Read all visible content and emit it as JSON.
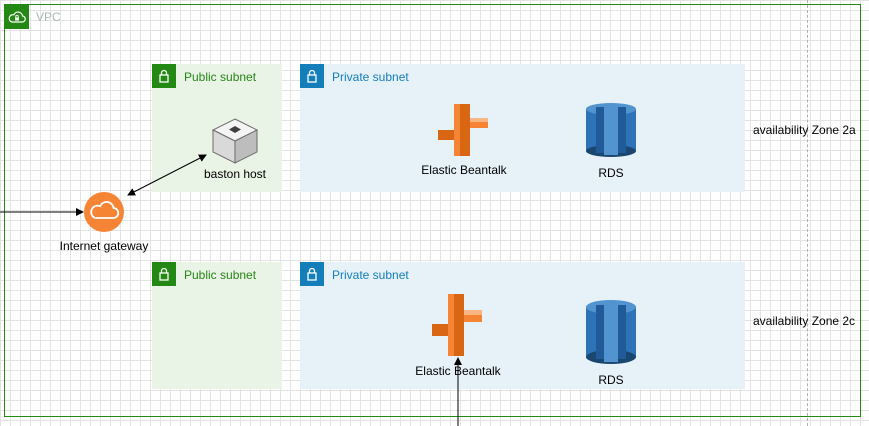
{
  "vpc": {
    "label": "VPC",
    "icon": "cloud-lock-icon"
  },
  "zones": [
    {
      "name": "availability Zone 2a",
      "public_subnet": {
        "label": "Public subnet",
        "nodes": [
          {
            "label": "baston host",
            "icon": "ec2-instance-icon"
          }
        ]
      },
      "private_subnet": {
        "label": "Private subnet",
        "nodes": [
          {
            "label": "Elastic Beantalk",
            "icon": "elastic-beanstalk-icon"
          },
          {
            "label": "RDS",
            "icon": "rds-icon"
          }
        ]
      }
    },
    {
      "name": "availability Zone 2c",
      "public_subnet": {
        "label": "Public subnet",
        "nodes": []
      },
      "private_subnet": {
        "label": "Private subnet",
        "nodes": [
          {
            "label": "Elastic Beantalk",
            "icon": "elastic-beanstalk-icon"
          },
          {
            "label": "RDS",
            "icon": "rds-icon"
          }
        ]
      }
    }
  ],
  "gateway": {
    "label": "Internet gateway",
    "icon": "internet-gateway-icon"
  },
  "edges": [
    {
      "from": "external",
      "to": "Internet gateway",
      "arrow": "end"
    },
    {
      "from": "Internet gateway",
      "to": "baston host",
      "arrow": "both"
    },
    {
      "from": "external",
      "to": "Elastic Beantalk",
      "arrow": "end"
    }
  ],
  "colors": {
    "vpc": "#248814",
    "public_subnet_fill": "#e9f3e6",
    "private_subnet_fill": "#e6f2f8",
    "public_accent": "#248814",
    "private_accent": "#147eba",
    "compute_orange": "#f58534",
    "rds_blue": "#2e73b8",
    "gateway_orange": "#f58534"
  }
}
